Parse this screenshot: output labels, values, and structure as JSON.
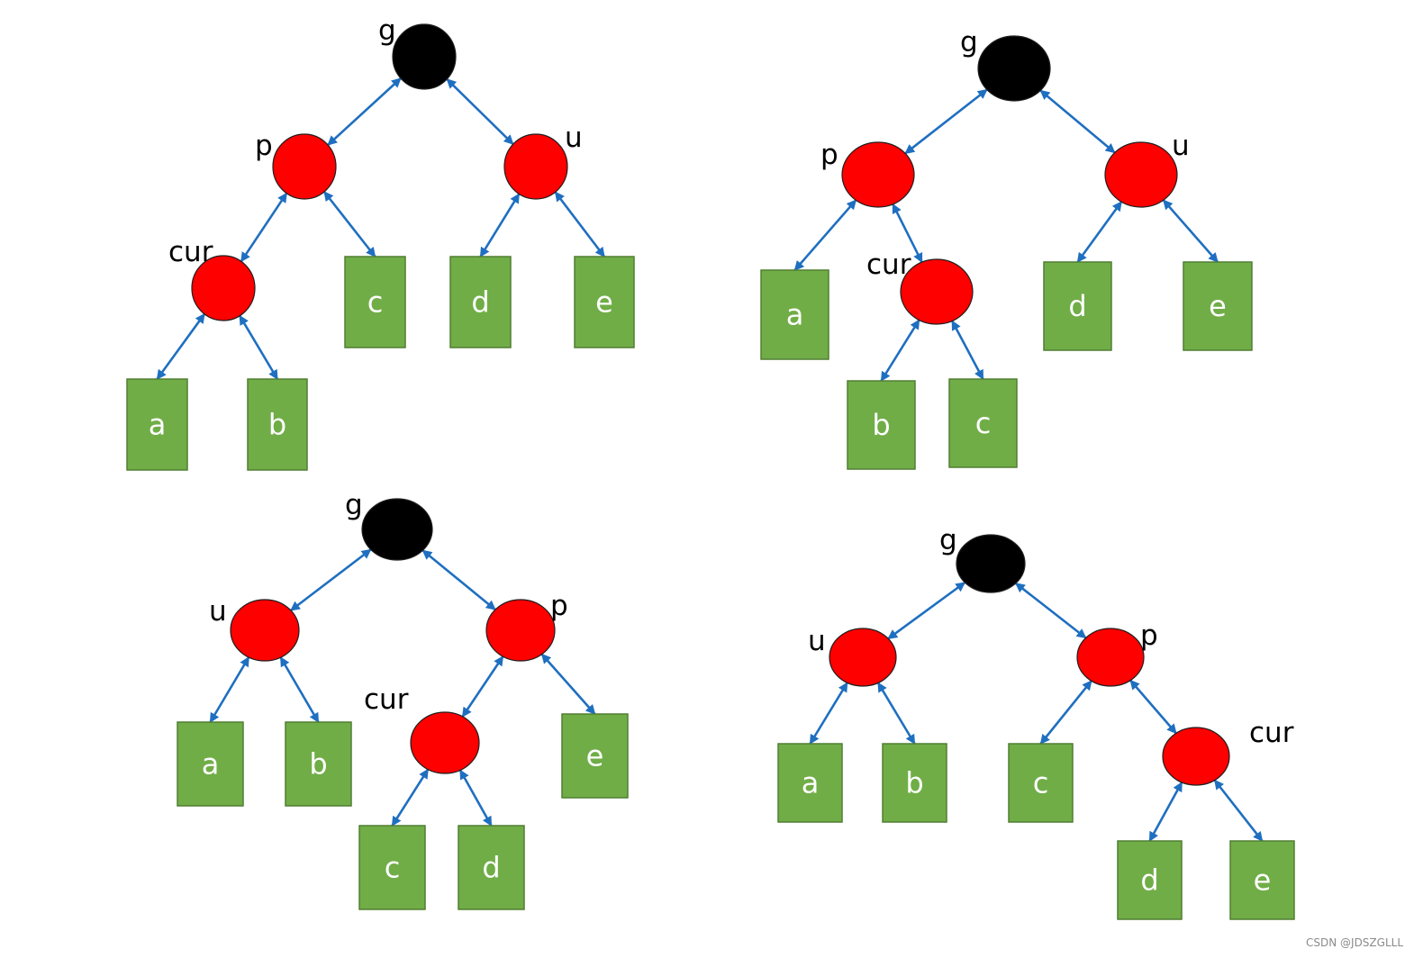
{
  "colors": {
    "black_node": "#000000",
    "red_node": "#ff0000",
    "node_stroke": "#1f1f1f",
    "leaf_fill": "#70ad47",
    "leaf_stroke": "#507e32",
    "edge": "#1f6fc0",
    "leaf_text": "#ffffff",
    "label_text": "#000000"
  },
  "diagrams": [
    {
      "id": "diagram-1",
      "nodes": [
        {
          "id": "g",
          "label": "g",
          "color": "black"
        },
        {
          "id": "p",
          "label": "p",
          "color": "red"
        },
        {
          "id": "u",
          "label": "u",
          "color": "red"
        },
        {
          "id": "cur",
          "label": "cur",
          "color": "red"
        }
      ],
      "leaves": [
        {
          "id": "c",
          "label": "c"
        },
        {
          "id": "d",
          "label": "d"
        },
        {
          "id": "e",
          "label": "e"
        },
        {
          "id": "a",
          "label": "a"
        },
        {
          "id": "b",
          "label": "b"
        }
      ],
      "edges": [
        [
          "g",
          "p"
        ],
        [
          "g",
          "u"
        ],
        [
          "p",
          "cur"
        ],
        [
          "p",
          "c"
        ],
        [
          "u",
          "d"
        ],
        [
          "u",
          "e"
        ],
        [
          "cur",
          "a"
        ],
        [
          "cur",
          "b"
        ]
      ]
    },
    {
      "id": "diagram-2",
      "nodes": [
        {
          "id": "g",
          "label": "g",
          "color": "black"
        },
        {
          "id": "p",
          "label": "p",
          "color": "red"
        },
        {
          "id": "u",
          "label": "u",
          "color": "red"
        },
        {
          "id": "cur",
          "label": "cur",
          "color": "red"
        }
      ],
      "leaves": [
        {
          "id": "a",
          "label": "a"
        },
        {
          "id": "d",
          "label": "d"
        },
        {
          "id": "e",
          "label": "e"
        },
        {
          "id": "b",
          "label": "b"
        },
        {
          "id": "c",
          "label": "c"
        }
      ],
      "edges": [
        [
          "g",
          "p"
        ],
        [
          "g",
          "u"
        ],
        [
          "p",
          "a"
        ],
        [
          "p",
          "cur"
        ],
        [
          "u",
          "d"
        ],
        [
          "u",
          "e"
        ],
        [
          "cur",
          "b"
        ],
        [
          "cur",
          "c"
        ]
      ]
    },
    {
      "id": "diagram-3",
      "nodes": [
        {
          "id": "g",
          "label": "g",
          "color": "black"
        },
        {
          "id": "u",
          "label": "u",
          "color": "red"
        },
        {
          "id": "p",
          "label": "p",
          "color": "red"
        },
        {
          "id": "cur",
          "label": "cur",
          "color": "red"
        }
      ],
      "leaves": [
        {
          "id": "a",
          "label": "a"
        },
        {
          "id": "b",
          "label": "b"
        },
        {
          "id": "e",
          "label": "e"
        },
        {
          "id": "c",
          "label": "c"
        },
        {
          "id": "d",
          "label": "d"
        }
      ],
      "edges": [
        [
          "g",
          "u"
        ],
        [
          "g",
          "p"
        ],
        [
          "u",
          "a"
        ],
        [
          "u",
          "b"
        ],
        [
          "p",
          "cur"
        ],
        [
          "p",
          "e"
        ],
        [
          "cur",
          "c"
        ],
        [
          "cur",
          "d"
        ]
      ]
    },
    {
      "id": "diagram-4",
      "nodes": [
        {
          "id": "g",
          "label": "g",
          "color": "black"
        },
        {
          "id": "u",
          "label": "u",
          "color": "red"
        },
        {
          "id": "p",
          "label": "p",
          "color": "red"
        },
        {
          "id": "cur",
          "label": "cur",
          "color": "red"
        }
      ],
      "leaves": [
        {
          "id": "a",
          "label": "a"
        },
        {
          "id": "b",
          "label": "b"
        },
        {
          "id": "c",
          "label": "c"
        },
        {
          "id": "d",
          "label": "d"
        },
        {
          "id": "e",
          "label": "e"
        }
      ],
      "edges": [
        [
          "g",
          "u"
        ],
        [
          "g",
          "p"
        ],
        [
          "u",
          "a"
        ],
        [
          "u",
          "b"
        ],
        [
          "p",
          "c"
        ],
        [
          "p",
          "cur"
        ],
        [
          "cur",
          "d"
        ],
        [
          "cur",
          "e"
        ]
      ]
    }
  ],
  "watermark": "CSDN @JDSZGLLL"
}
